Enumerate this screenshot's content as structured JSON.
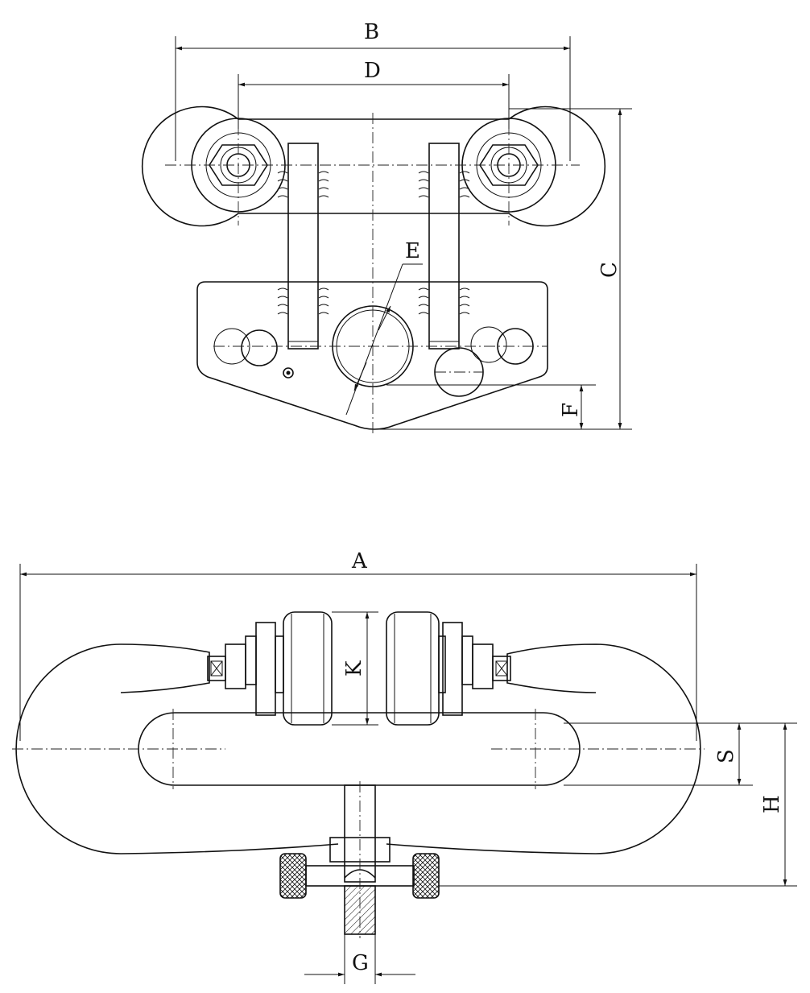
{
  "drawing": {
    "top_view": {
      "dimensions": {
        "B": "B",
        "D": "D",
        "C": "C",
        "E": "E",
        "F": "F"
      }
    },
    "side_view": {
      "dimensions": {
        "A": "A",
        "K": "K",
        "S": "S",
        "H": "H",
        "G": "G"
      }
    },
    "colors": {
      "line": "#111111",
      "background": "#ffffff"
    }
  }
}
